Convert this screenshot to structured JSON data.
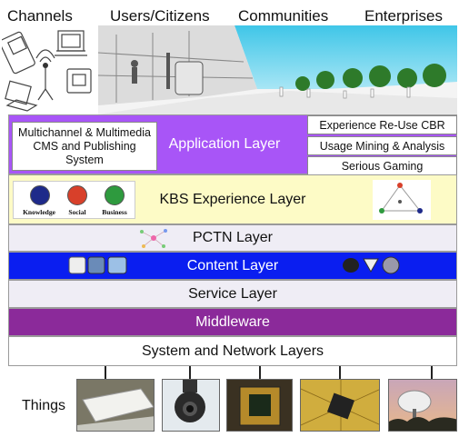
{
  "top_labels": {
    "channels": "Channels",
    "users": "Users/Citizens",
    "communities": "Communities",
    "enterprises": "Enterprises"
  },
  "layers": {
    "application": {
      "label": "Application Layer",
      "left_box": "Multichannel & Multimedia CMS and Publishing System",
      "right_items": [
        "Experience Re-Use CBR",
        "Usage Mining & Analysis",
        "Serious Gaming"
      ],
      "color": "#a855f7"
    },
    "kbs": {
      "label": "KBS Experience Layer",
      "circles": [
        {
          "label": "Knowledge",
          "color": "#1e2a8a"
        },
        {
          "label": "Social",
          "color": "#d8402a"
        },
        {
          "label": "Business",
          "color": "#2e9a3e"
        }
      ],
      "color": "#fdfbc6"
    },
    "pctn": {
      "label": "PCTN Layer",
      "color": "#efedf5"
    },
    "content": {
      "label": "Content Layer",
      "color": "#0a1ef0"
    },
    "service": {
      "label": "Service Layer",
      "color": "#efedf5"
    },
    "middleware": {
      "label": "Middleware",
      "color": "#8b2a9a"
    },
    "system": {
      "label": "System and Network Layers",
      "color": "#ffffff"
    }
  },
  "things_label": "Things"
}
